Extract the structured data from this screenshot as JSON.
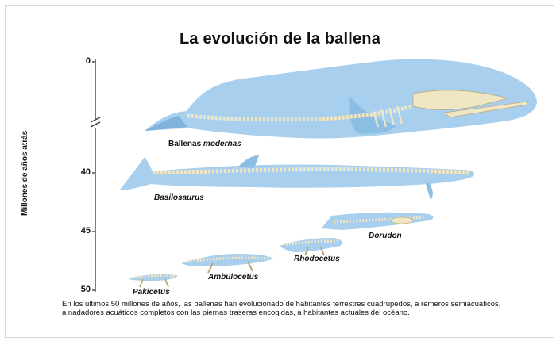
{
  "title": "La evolución de la ballena",
  "axis": {
    "label": "Millones de años atrás",
    "ticks": [
      "0",
      "40",
      "45",
      "50"
    ]
  },
  "species": {
    "modern_prefix": "Ballenas ",
    "modern_italic": "modernas",
    "basilosaurus": "Basilosaurus",
    "dorudon": "Dorudon",
    "rhodocetus": "Rhodocetus",
    "ambulocetus": "Ambulocetus",
    "pakicetus": "Pakicetus"
  },
  "caption": "En los últimos 50 millones de años, las ballenas han evolucionado de habitantes terrestres cuadrúpedos, a remeros semiacuáticos, a nadadores acuáticos completos con las piernas traseras encogidas, a habitantes actuales del océano.",
  "colors": {
    "body_blue": "#a9cfee",
    "body_blue_dark": "#7fb2dc",
    "bone": "#efe6c4",
    "bone_outline": "#bba97a",
    "axis": "#333333"
  }
}
